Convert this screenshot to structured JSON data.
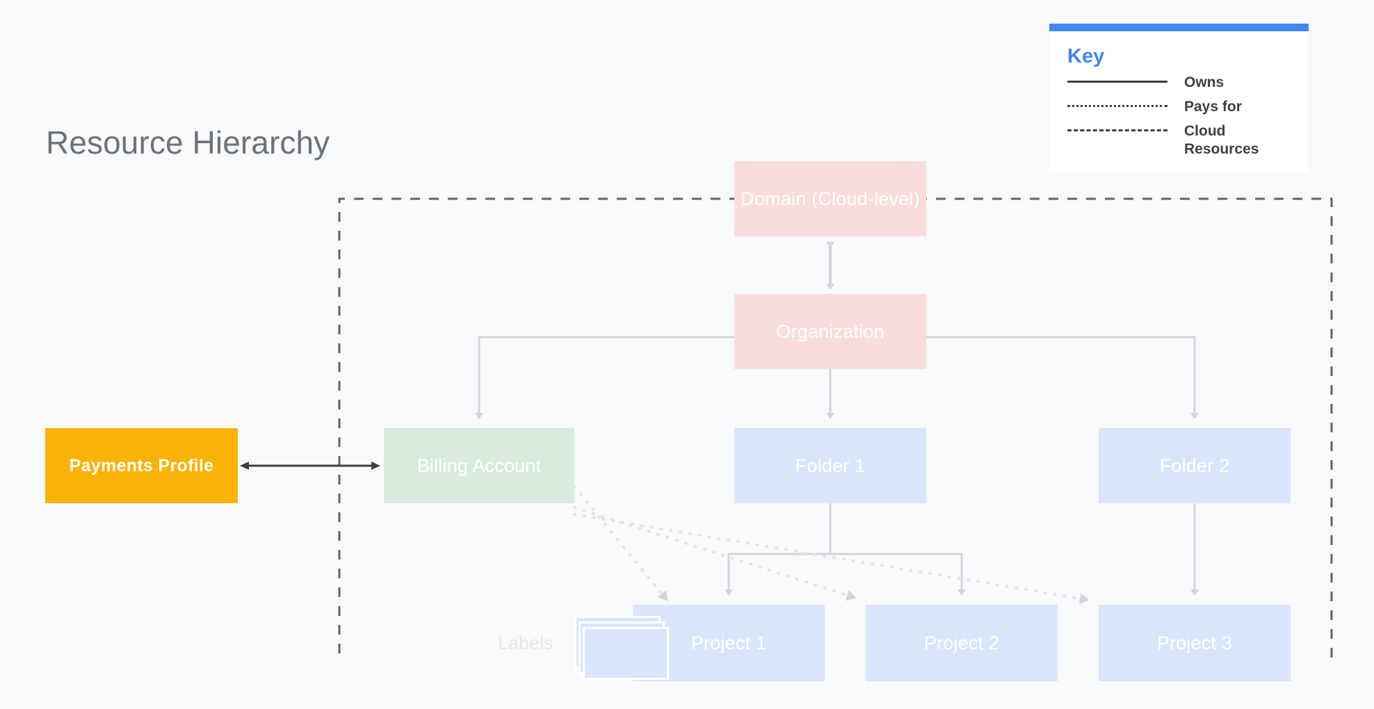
{
  "page": {
    "title": "Resource Hierarchy",
    "background_color": "#f8f9fa"
  },
  "key": {
    "title": "Key",
    "accent_color": "#4285f4",
    "items": [
      {
        "line_style": "solid",
        "label": "Owns"
      },
      {
        "line_style": "dotted",
        "label": "Pays for"
      },
      {
        "line_style": "dashed",
        "label": "Cloud Resources"
      }
    ]
  },
  "nodes": {
    "domain": {
      "label": "Domain (Cloud-level)",
      "color": "#f9dcdc"
    },
    "organization": {
      "label": "Organization",
      "color": "#f9dcdc"
    },
    "billing": {
      "label": "Billing Account",
      "color": "#d8ebdd"
    },
    "folder1": {
      "label": "Folder 1",
      "color": "#d9e5fa"
    },
    "folder2": {
      "label": "Folder 2",
      "color": "#d9e5fa"
    },
    "project1": {
      "label": "Project 1",
      "color": "#d9e5fa"
    },
    "project2": {
      "label": "Project 2",
      "color": "#d9e5fa"
    },
    "project3": {
      "label": "Project 3",
      "color": "#d9e5fa"
    },
    "payments": {
      "label": "Payments Profile",
      "color": "#f9b206"
    },
    "labels": {
      "label": "Labels",
      "color": "#d9e5fa"
    }
  },
  "edges": {
    "owns": [
      {
        "from": "organization",
        "to": "billing"
      },
      {
        "from": "organization",
        "to": "folder1"
      },
      {
        "from": "organization",
        "to": "folder2"
      },
      {
        "from": "folder1",
        "to": "project1"
      },
      {
        "from": "folder1",
        "to": "project2"
      },
      {
        "from": "folder2",
        "to": "project3"
      },
      {
        "from": "domain",
        "to": "organization",
        "bidirectional": true
      }
    ],
    "pays_for": [
      {
        "from": "billing",
        "to": "project1"
      },
      {
        "from": "billing",
        "to": "project2"
      },
      {
        "from": "billing",
        "to": "project3"
      }
    ],
    "link": [
      {
        "from": "payments",
        "to": "billing",
        "bidirectional": true
      }
    ]
  },
  "cloud_boundary": {
    "label": "Cloud Resources",
    "line_style": "dashed",
    "color": "#5f6368"
  }
}
